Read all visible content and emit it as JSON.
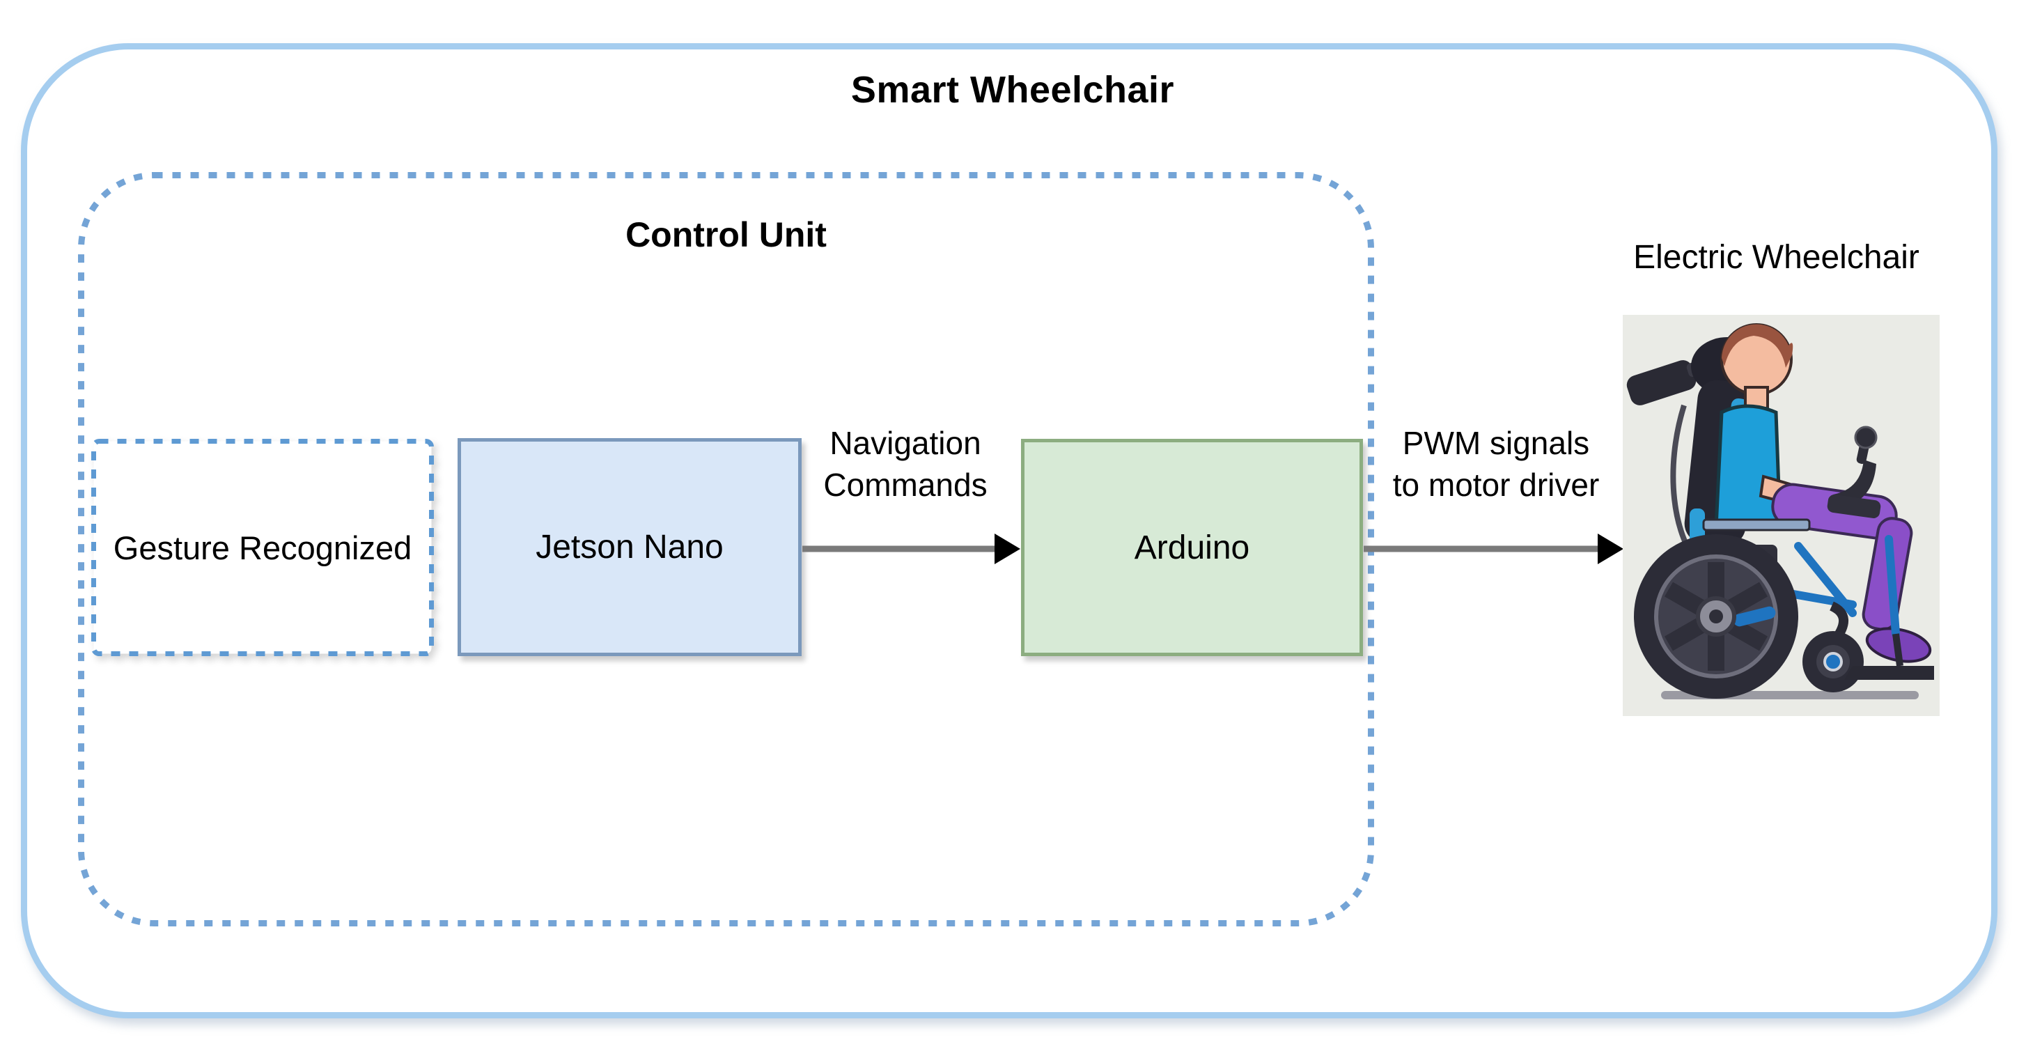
{
  "diagram": {
    "title": "Smart Wheelchair",
    "control_unit": {
      "label": "Control Unit",
      "nodes": {
        "gesture": {
          "label": "Gesture Recognized",
          "style": "dashed"
        },
        "jetson": {
          "label": "Jetson Nano",
          "style": "solid-blue"
        },
        "arduino": {
          "label": "Arduino",
          "style": "solid-green"
        }
      }
    },
    "arrows": {
      "navigation": {
        "label": "Navigation\nCommands",
        "from": "Jetson Nano",
        "to": "Arduino"
      },
      "pwm": {
        "label": "PWM signals\nto motor driver",
        "from": "Arduino",
        "to": "Electric Wheelchair"
      }
    },
    "output": {
      "label": "Electric Wheelchair",
      "illustration": "man-in-electric-wheelchair-illustration"
    },
    "colors": {
      "outer_border": "#A5CDEF",
      "control_unit_border": "#74A4D6",
      "gesture_border": "#5E9AD3",
      "gesture_fill": "#FFFFFF",
      "jetson_fill": "#D9E7F8",
      "jetson_border": "#7B99BC",
      "arduino_fill": "#D7EAD6",
      "arduino_border": "#8CAD80",
      "arrow_line": "#7A7A7A",
      "arrow_head": "#000000",
      "text": "#000000"
    }
  }
}
